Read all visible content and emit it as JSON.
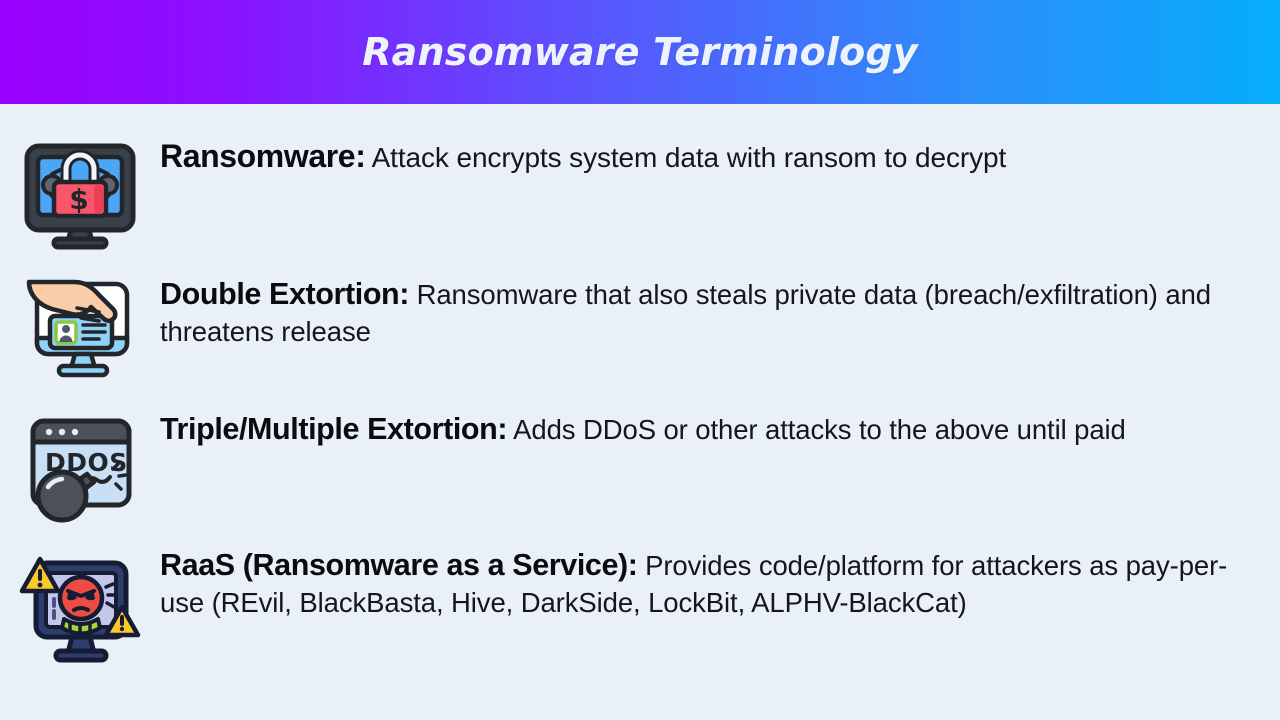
{
  "header": {
    "title": "Ransomware Terminology",
    "gradient_from": "#9900FF",
    "gradient_to": "#06AEFB",
    "title_color": "#EEF3FB"
  },
  "page": {
    "background": "#EAF0F8",
    "text_color": "#14161A"
  },
  "entries": [
    {
      "icon": "monitor-lock-dollar-icon",
      "term": "Ransomware:",
      "definition": "Attack encrypts system data with ransom to decrypt"
    },
    {
      "icon": "hand-stealing-id-card-monitor-icon",
      "term": "Double Extortion:",
      "definition": "Ransomware that also steals private data (breach/exfiltration) and threatens release"
    },
    {
      "icon": "ddos-browser-bomb-icon",
      "term": "Triple/Multiple Extortion:",
      "definition": "Adds DDoS or other attacks to the above until paid"
    },
    {
      "icon": "monitor-malware-face-warning-icon",
      "term": "RaaS (Ransomware as a Service):",
      "definition": "Provides code/platform for attackers as pay-per-use (REvil, BlackBasta, Hive, DarkSide, LockBit, ALPHV-BlackCat)"
    }
  ]
}
